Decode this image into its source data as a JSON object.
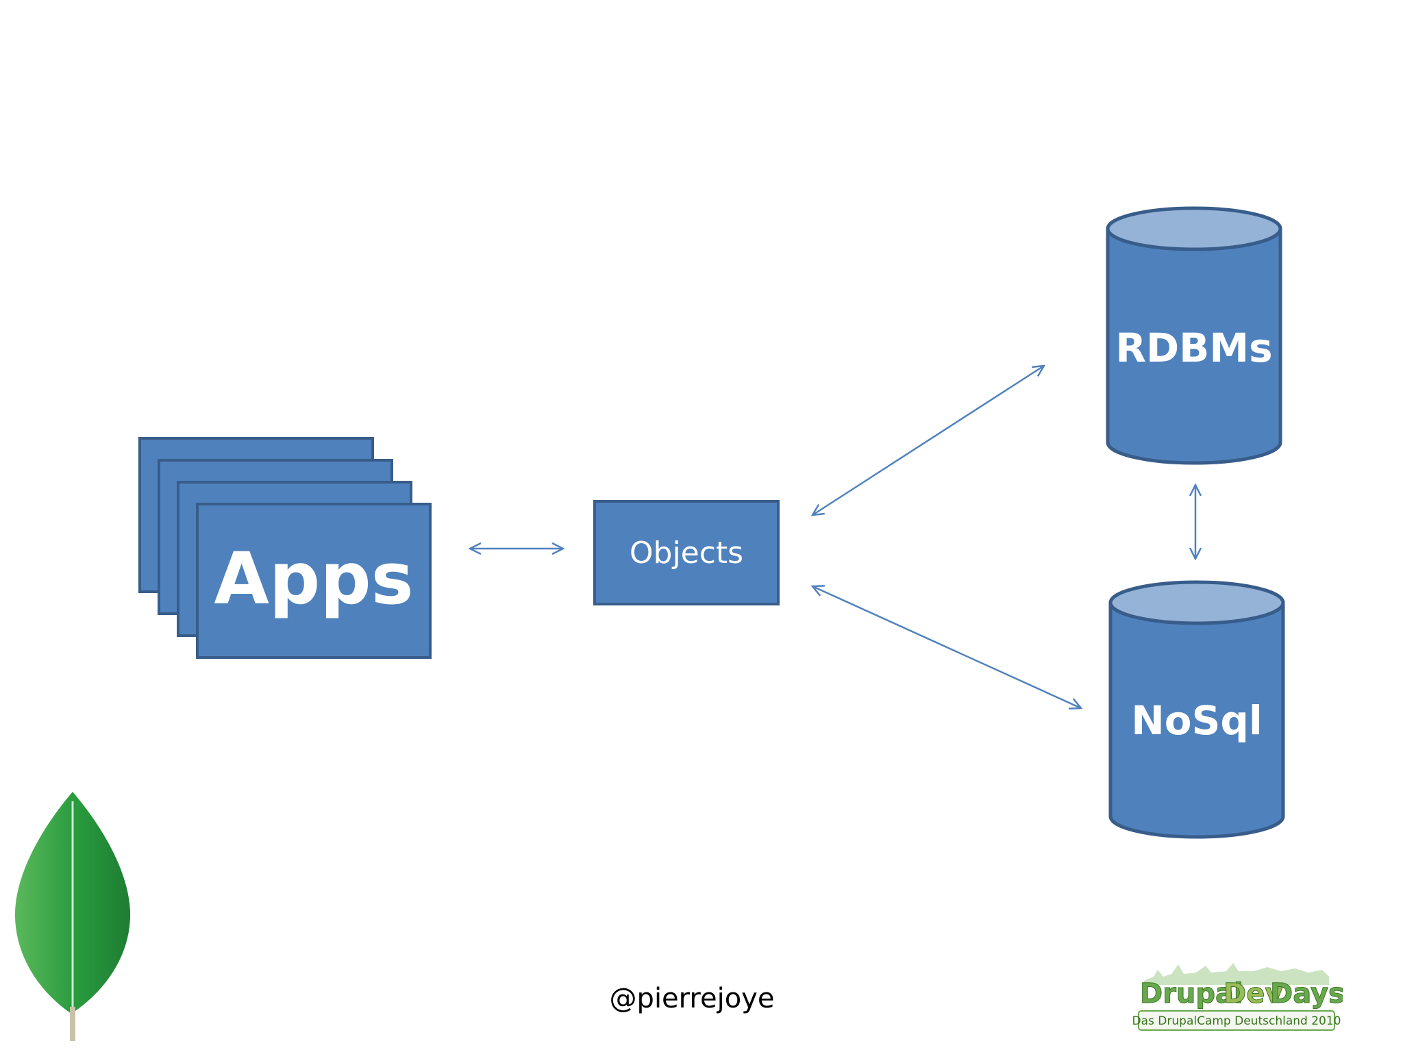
{
  "colors": {
    "box_fill": "#4f81bd",
    "box_border": "#385d8a",
    "cylinder_top": "#95b3d7",
    "arrow": "#4f81bd",
    "leaf_green": "#2a9d3f",
    "logo_green": "#6aa84f"
  },
  "diagram": {
    "apps": {
      "label": "Apps",
      "stack_count": 4
    },
    "objects": {
      "label": "Objects"
    },
    "rdbms": {
      "label": "RDBMs"
    },
    "nosql": {
      "label": "NoSql"
    },
    "edges": [
      {
        "from": "apps",
        "to": "objects",
        "bidirectional": true
      },
      {
        "from": "objects",
        "to": "rdbms",
        "bidirectional": true
      },
      {
        "from": "objects",
        "to": "nosql",
        "bidirectional": true
      },
      {
        "from": "rdbms",
        "to": "nosql",
        "bidirectional": true
      }
    ]
  },
  "footer": {
    "handle": "@pierrejoye"
  },
  "logos": {
    "leaf_icon": "mongodb-leaf-icon",
    "drupal_dev_days": {
      "title_part1": "Drupal",
      "title_part2": "Dev",
      "title_part3": "Days",
      "subtitle": "Das DrupalCamp Deutschland 2010"
    }
  }
}
